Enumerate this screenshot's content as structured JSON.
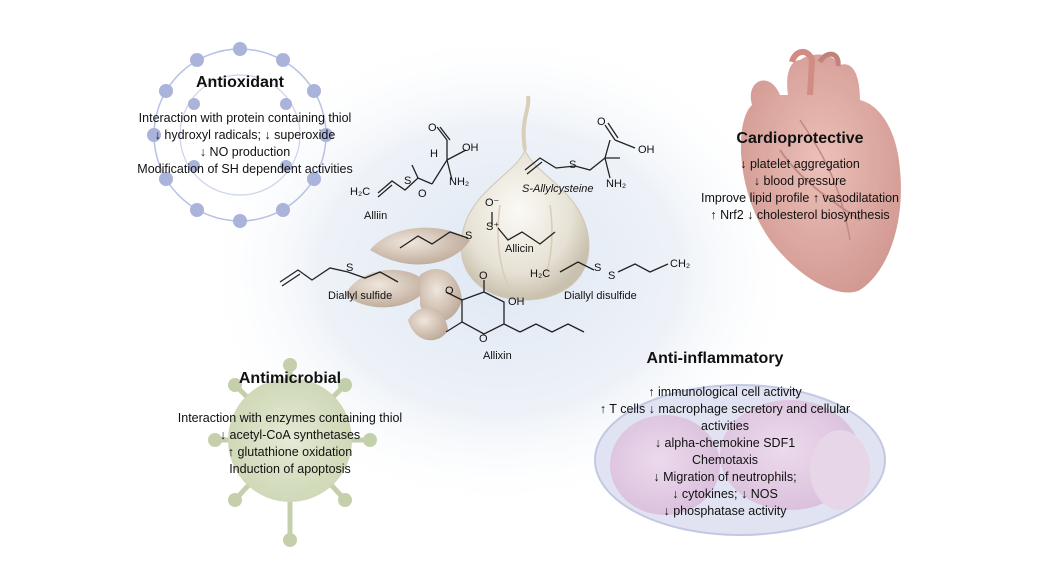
{
  "antioxidant": {
    "title": "Antioxidant",
    "lines": [
      "Interaction with protein containing thiol",
      "↓ hydroxyl radicals; ↓ superoxide",
      "↓ NO production",
      "Modification of SH dependent activities"
    ]
  },
  "cardioprotective": {
    "title": "Cardioprotective",
    "lines": [
      "↓ platelet aggregation",
      "↓ blood pressure",
      "Improve lipid profile ↑ vasodilatation",
      "↑ Nrf2 ↓ cholesterol biosynthesis"
    ]
  },
  "antimicrobial": {
    "title": "Antimicrobial",
    "lines": [
      "Interaction with enzymes containing thiol",
      "↓ acetyl-CoA synthetases",
      "↑ glutathione oxidation",
      "Induction of apoptosis"
    ]
  },
  "antiinflammatory": {
    "title": "Anti-inflammatory",
    "lines": [
      "↑ immunological cell activity",
      "↑ T cells ↓ macrophage secretory and cellular",
      "activities",
      "↓ alpha-chemokine SDF1",
      "Chemotaxis",
      "↓ Migration of neutrophils;",
      "↓ cytokines; ↓ NOS",
      "↓ phosphatase activity"
    ]
  },
  "compounds": {
    "alliin": "Alliin",
    "allylcysteine": "S-Allylcysteine",
    "allicin": "Allicin",
    "diallyl_sulfide": "Diallyl sulfide",
    "diallyl_disulfide": "Diallyl disulfide",
    "allixin": "Allixin"
  },
  "atoms": {
    "oh": "OH",
    "h": "H",
    "nh2": "NH₂",
    "s": "S",
    "o": "O",
    "o_minus": "O⁻",
    "s_plus": "S⁺",
    "h2c": "H₂C",
    "ch2": "CH₂",
    "eq": "=",
    "o_dbl": "O"
  }
}
